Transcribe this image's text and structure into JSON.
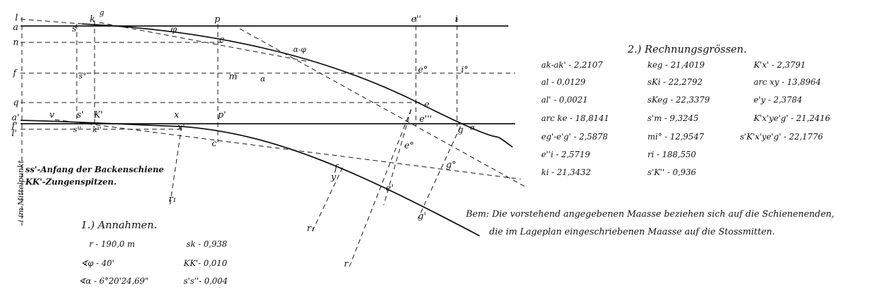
{
  "diagram": {
    "point_labels": {
      "a": "a",
      "n": "n",
      "f": "f",
      "q": "q",
      "a_prime": "a'",
      "f_prime": "f'",
      "l": "l",
      "l_prime": "l'",
      "s": "s",
      "k_top": "k",
      "g_top": "g",
      "phi_top": "φ",
      "p": "p",
      "c": "c",
      "e_dd": "e''",
      "i": "i",
      "alpha_phi": "α-φ",
      "s0": "s°",
      "m": "m",
      "alpha_mid": "α",
      "e0": "e°",
      "i0": "i°",
      "e_mark": "e",
      "e_ddd": "e'''",
      "g_dd": "g",
      "alpha_end": "α",
      "v": "v",
      "s_prime": "s'",
      "k_prime": "K'",
      "x": "x",
      "p_prime": "p'",
      "s_dd": "s''",
      "k_dd": "k''",
      "x_prime": "x'",
      "c_prime": "c'",
      "e0_low": "e°",
      "g0": "g°",
      "f_low": "f",
      "y": "y",
      "e_prime": "e'",
      "g_prime": "g'",
      "r_one": "r₁",
      "r_two": "r₁",
      "r_three": "r"
    },
    "vertical_caption": "i im Mittelpunkt",
    "notes": [
      "ss'-Anfang der Backenschiene",
      "KK'-Zungenspitzen."
    ],
    "bem": [
      "Bem: Die vorstehend angegebenen Maasse beziehen sich auf die Schienenenden,",
      "die im Lageplan eingeschriebenen Maasse auf die Stossmitten."
    ]
  },
  "annahmen": {
    "title": "1.) Annahmen.",
    "rows": [
      [
        "r - 190,0 m",
        "sk - 0,938"
      ],
      [
        "∢φ - 40'",
        "KK'- 0,010"
      ],
      [
        "∢α - 6°20'24,69\"",
        "s's''- 0,004"
      ]
    ]
  },
  "rechnung": {
    "title": "2.) Rechnungsgrössen.",
    "col1": [
      "ak-ak' - 2,2107",
      "al - 0,0129",
      "al' - 0,0021",
      "arc ke - 18,8141",
      "eg'-e'g' - 2,5878",
      "e''i - 2,5719",
      "ki - 21,3432"
    ],
    "col2": [
      "keg - 21,4019",
      "sKi - 22,2792",
      "sKeg - 22,3379",
      "s'm - 9,3245",
      "mi° - 12,9547",
      "ri - 188,550",
      "s'K'' - 0,936"
    ],
    "col3": [
      "K'x' - 2,3791",
      "arc xy - 13,8964",
      "e'y - 2,3784",
      "K'x'ye'g' - 21,2416",
      "s'K'x'ye'g' - 22,1776"
    ]
  },
  "colors": {
    "ink": "#111111",
    "paper": "#ffffff"
  }
}
